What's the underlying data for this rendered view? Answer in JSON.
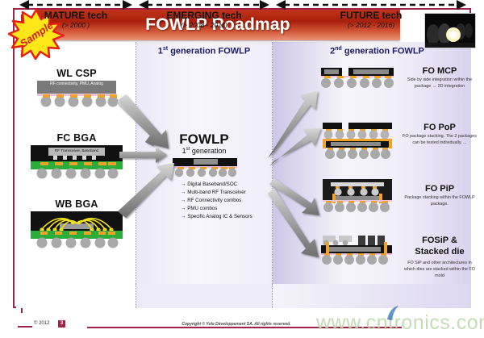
{
  "header": {
    "title": "FOWLP Roadmap",
    "sample_badge": "Sample",
    "photo_alt": "solder-bump-photo"
  },
  "columns": {
    "gen1_header": "generation FOWLP",
    "gen1_ordinal": "1",
    "gen1_sup": "st",
    "gen2_header": "generation FOWLP",
    "gen2_ordinal": "2",
    "gen2_sup": "nd"
  },
  "legacy_packages": [
    {
      "label": "WL CSP",
      "die_text": "RF connectivity, PMU, Analog"
    },
    {
      "label": "FC BGA",
      "die_text": "RF Transceiver, Baseband"
    },
    {
      "label": "WB BGA",
      "die_text": ""
    }
  ],
  "center": {
    "title": "FOWLP",
    "subtitle_ordinal": "1",
    "subtitle_sup": "st",
    "subtitle_rest": " generation",
    "applications": [
      "Digital Baseband/SOC",
      "Multi-band RF Transceiver",
      "RF Connectivity combos",
      "PMU combos",
      "Specific Analog IC & Sensors"
    ]
  },
  "gen2_packages": [
    {
      "title": "FO MCP",
      "description": "Side by side integration within the package → 2D integration"
    },
    {
      "title": "FO PoP",
      "description": "FO package stacking. The 2 packages can be tested individually. ..."
    },
    {
      "title": "FO PiP",
      "description": "Package stacking within the FOWLP package."
    },
    {
      "title_line1": "FOSiP &",
      "title_line2": "Stacked die",
      "description": "FO SiP and other architectures in which dies are stacked within the FO mold"
    }
  ],
  "timeline": [
    {
      "name": "MATURE tech",
      "period": "(> 2000 )"
    },
    {
      "name": "EMERGING tech",
      "period": "(> 2008 - 2011)"
    },
    {
      "name": "FUTURE tech",
      "period": "(> 2012 - 2016)"
    }
  ],
  "footer": {
    "date": "© 2012",
    "badge": "3",
    "copyright": "Copyright © Yole Développement SA. All rights reserved.",
    "watermark": "www.cntronics.com"
  },
  "colors": {
    "banner_red": "#a8200c",
    "frame_maroon": "#9e2348",
    "gen_head_navy": "#1b1b6b",
    "lavender": "#cdc6e8",
    "solder_gray": "#a9a9a9",
    "copper_orange": "#f0a32a",
    "substrate_green": "#2aad3a",
    "mold_black": "#111111",
    "watermark_green": "#b9d6a8"
  }
}
